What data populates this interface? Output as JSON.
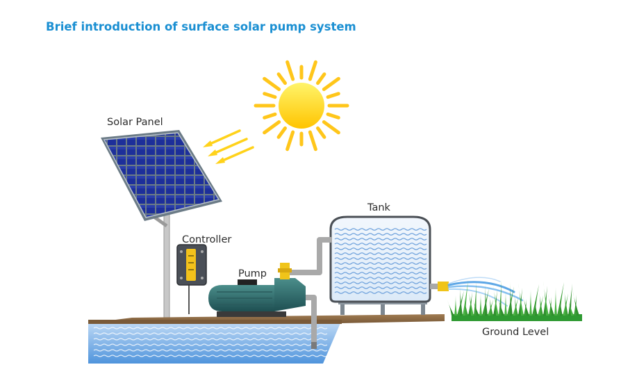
{
  "title": "Brief introduction of surface solar pump system",
  "labels": {
    "solar_panel": "Solar Panel",
    "controller": "Controller",
    "pump": "Pump",
    "tank": "Tank",
    "ground_level": "Ground Level"
  },
  "colors": {
    "title": "#1a8fd2",
    "sun": "#ffd21a",
    "panel_cell": "#1d2f9a",
    "water": "#6aa8e6",
    "ground": "#8a6a45",
    "grass": "#3fa53a",
    "pump_body": "#2f6f6f",
    "pipe": "#a9a9a9"
  }
}
